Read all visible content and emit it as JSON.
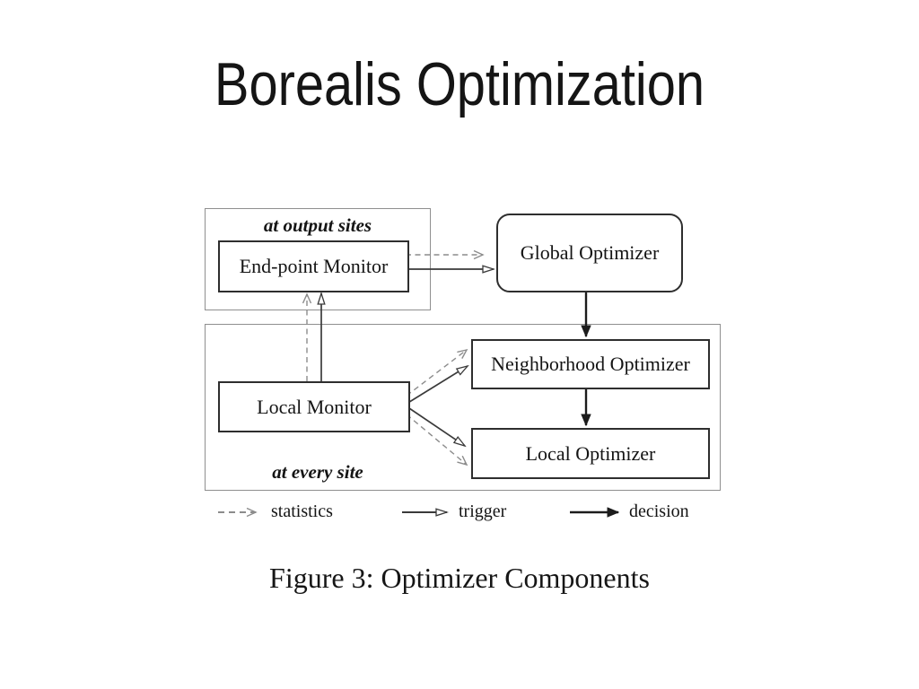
{
  "slide": {
    "title": "Borealis Optimization",
    "figure_caption": "Figure 3: Optimizer Components"
  },
  "diagram": {
    "groups": {
      "output_sites": {
        "label": "at output sites"
      },
      "every_site": {
        "label": "at every site"
      }
    },
    "nodes": {
      "endpoint_monitor": {
        "label": "End-point Monitor"
      },
      "global_optimizer": {
        "label": "Global Optimizer"
      },
      "local_monitor": {
        "label": "Local Monitor"
      },
      "neighborhood_optimizer": {
        "label": "Neighborhood Optimizer"
      },
      "local_optimizer": {
        "label": "Local Optimizer"
      }
    },
    "edges": [
      {
        "from": "End-point Monitor",
        "to": "Global Optimizer",
        "type": "statistics"
      },
      {
        "from": "End-point Monitor",
        "to": "Global Optimizer",
        "type": "trigger"
      },
      {
        "from": "Global Optimizer",
        "to": "Neighborhood Optimizer",
        "type": "decision"
      },
      {
        "from": "Neighborhood Optimizer",
        "to": "Local Optimizer",
        "type": "decision"
      },
      {
        "from": "Local Monitor",
        "to": "End-point Monitor",
        "type": "statistics"
      },
      {
        "from": "Local Monitor",
        "to": "End-point Monitor",
        "type": "trigger"
      },
      {
        "from": "Local Monitor",
        "to": "Neighborhood Optimizer",
        "type": "statistics"
      },
      {
        "from": "Local Monitor",
        "to": "Neighborhood Optimizer",
        "type": "trigger"
      },
      {
        "from": "Local Monitor",
        "to": "Local Optimizer",
        "type": "trigger"
      },
      {
        "from": "Local Monitor",
        "to": "Local Optimizer",
        "type": "statistics"
      }
    ],
    "legend": [
      {
        "type": "statistics",
        "label": "statistics"
      },
      {
        "type": "trigger",
        "label": "trigger"
      },
      {
        "type": "decision",
        "label": "decision"
      }
    ],
    "colors": {
      "statistics_arrow": "#8c8c8c",
      "trigger_arrow": "#3a3a3a",
      "decision_arrow": "#1c1c1c",
      "node_border": "#2e2e2e",
      "group_border": "#8f8f8f",
      "text": "#141414",
      "background": "#ffffff"
    }
  }
}
